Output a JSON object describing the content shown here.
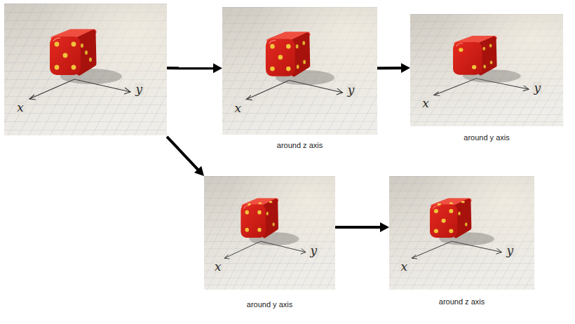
{
  "diagram": {
    "nodes": [
      {
        "text": [
          "x",
          "y"
        ]
      },
      {
        "text": [
          "x",
          "y",
          "around z axis"
        ]
      },
      {
        "text": [
          "x",
          "y",
          "around y axis"
        ]
      },
      {
        "text": [
          "x",
          "y",
          "around y axis"
        ]
      },
      {
        "text": [
          "x",
          "y",
          "around z axis"
        ]
      }
    ],
    "edges": [
      {
        "from": 0,
        "to": 1,
        "arrow": "to"
      },
      {
        "from": 1,
        "to": 2,
        "arrow": "to"
      },
      {
        "from": 0,
        "to": 3,
        "arrow": "to"
      },
      {
        "from": 3,
        "to": 4,
        "arrow": "to"
      }
    ]
  }
}
